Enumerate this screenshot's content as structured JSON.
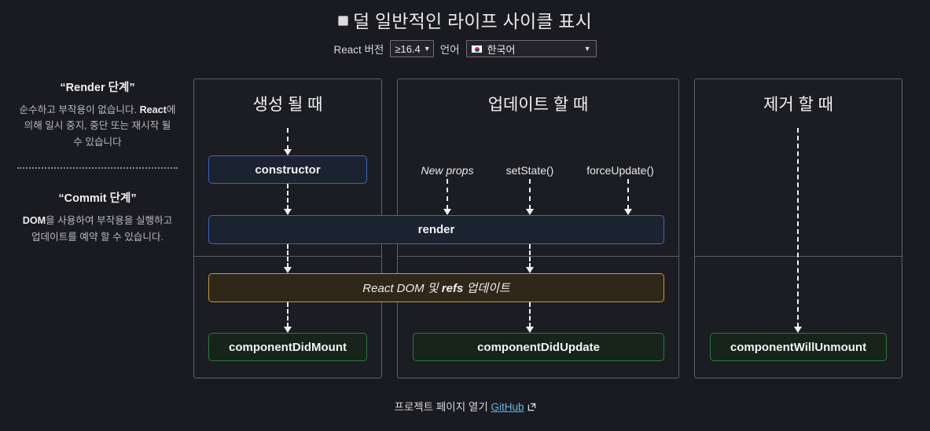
{
  "header": {
    "title": "덜 일반적인 라이프 사이클 표시",
    "checkbox_name": "less-common-lifecycles-checkbox",
    "version_label": "React 버전",
    "version_value": "≥16.4",
    "language_label": "언어",
    "language_value": "한국어",
    "language_flag": "kr-flag"
  },
  "legend": {
    "render_phase": {
      "title": "“Render 단계”",
      "body_pre": "순수하고 부작용이 없습니다. ",
      "body_bold": "React",
      "body_post": "에 의해 일시 중지, 중단 또는 재시작 될 수 있습니다"
    },
    "commit_phase": {
      "title": "“Commit 단계”",
      "body_pre": "",
      "body_bold": "DOM",
      "body_post": "을 사용하여 부작용을 실행하고 업데이트를 예약 할 수 있습니다."
    }
  },
  "panels": {
    "mount": {
      "title": "생성 될 때"
    },
    "update": {
      "title": "업데이트 할 때"
    },
    "unmount": {
      "title": "제거 할 때"
    }
  },
  "triggers": {
    "new_props": "New props",
    "set_state": "setState()",
    "force_update": "forceUpdate()"
  },
  "boxes": {
    "constructor": "constructor",
    "render": "render",
    "react_dom_pre": "React DOM 및 ",
    "react_dom_bold": "refs",
    "react_dom_post": " 업데이트",
    "component_did_mount": "componentDidMount",
    "component_did_update": "componentDidUpdate",
    "component_will_unmount": "componentWillUnmount"
  },
  "footer": {
    "text": "프로젝트 페이지 열기",
    "link": "GitHub",
    "link_icon": "external-link-icon"
  },
  "colors": {
    "page_bg": "#1a1b20",
    "panel_bg": "#1c1d22",
    "panel_border": "#5f6066",
    "render_phase_border": "#3a66c8",
    "render_phase_fill": "#1b2230",
    "commit_dom_border": "#c69a3a",
    "commit_dom_fill": "#2f2718",
    "commit_border": "#2c7b3b",
    "commit_fill": "#16241a",
    "link": "#62b9e8",
    "text": "#f2f2f4",
    "muted_text": "#b9b9bd"
  }
}
